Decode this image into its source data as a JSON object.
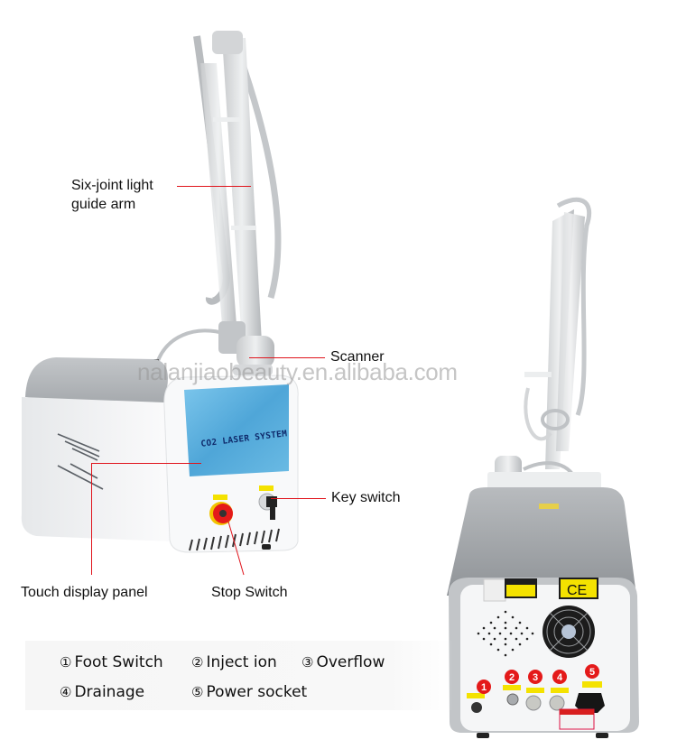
{
  "watermark": "nalanjiaobeauty.en.alibaba.com",
  "device_front": {
    "screen_text": "CO2 LASER SYSTEM",
    "callouts": {
      "arm": "Six-joint light\nguide arm",
      "arm_line1": "Six-joint light",
      "arm_line2": "guide arm",
      "scanner": "Scanner",
      "key_switch": "Key switch",
      "touch_panel": "Touch display panel",
      "stop_switch": "Stop Switch"
    }
  },
  "device_back": {
    "ce_mark": "CE",
    "port_markers": [
      "1",
      "2",
      "3",
      "4",
      "5"
    ]
  },
  "legend": {
    "items": [
      {
        "num": "①",
        "label": "Foot Switch"
      },
      {
        "num": "②",
        "label": "Inject ion"
      },
      {
        "num": "③",
        "label": "Overflow"
      },
      {
        "num": "④",
        "label": "Drainage"
      },
      {
        "num": "⑤",
        "label": "Power socket"
      }
    ]
  },
  "colors": {
    "leader_line": "#e0141c",
    "marker_red": "#e41a1a",
    "panel_gray": "#a9acaf",
    "body_white": "#f4f5f6",
    "screen_blue": "#5fb2dd",
    "label_yellow": "#f4e200"
  }
}
